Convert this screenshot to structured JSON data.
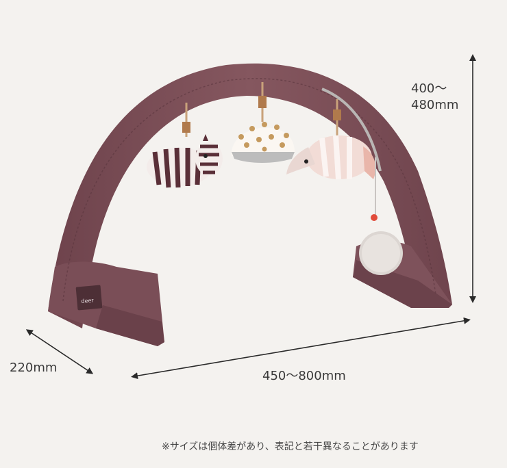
{
  "dimensions": {
    "height_line1": "400〜",
    "height_line2": "480mm",
    "depth": "220mm",
    "width": "450〜800mm"
  },
  "product": {
    "brand_label": "deer"
  },
  "note": "※サイズは個体差があり、表記と若干異なることがあります",
  "colors": {
    "background": "#f4f2ef",
    "arch": "#7b4f58",
    "arch_dark": "#5e3a43",
    "text": "#333333"
  },
  "icons": [
    "zebra-toy-icon",
    "dotted-dome-toy-icon",
    "anteater-toy-icon",
    "mirror-disc-icon"
  ]
}
